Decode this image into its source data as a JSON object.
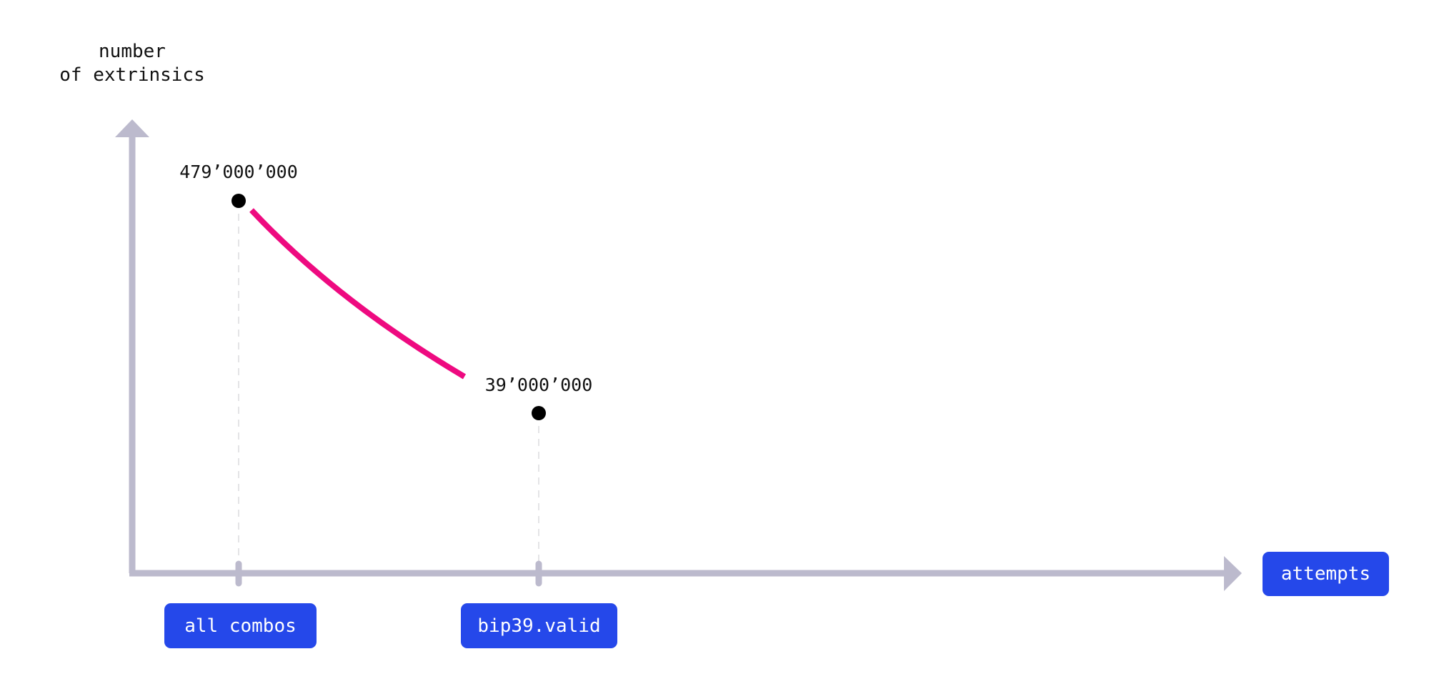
{
  "chart_data": {
    "type": "line",
    "title": "",
    "ylabel_lines": [
      "number",
      "of extrinsics"
    ],
    "xlabel": "attempts",
    "categories": [
      "all combos",
      "bip39.valid"
    ],
    "values": [
      479000000,
      39000000
    ],
    "value_labels": [
      "479’000’000",
      "39’000’000"
    ],
    "grid": false,
    "colors": {
      "axis": "#bcbacd",
      "curve": "#ee0a80",
      "point": "#000000",
      "tag": "#2548ea"
    }
  }
}
